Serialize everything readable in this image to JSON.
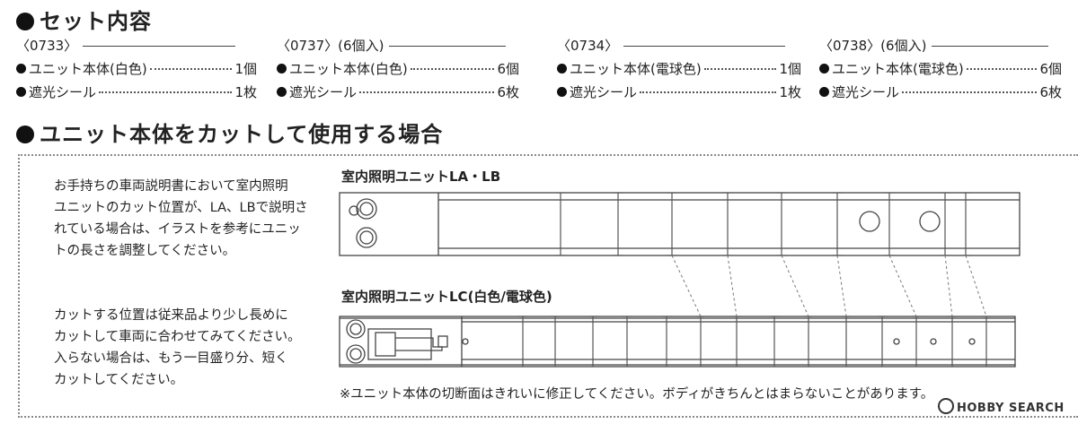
{
  "section1": {
    "title": "セット内容"
  },
  "sets": [
    {
      "code": "〈0733〉",
      "items": [
        {
          "name": "ユニット本体(白色)",
          "qty": "1個"
        },
        {
          "name": "遮光シール",
          "qty": "1枚"
        }
      ]
    },
    {
      "code": "〈0737〉(6個入)",
      "items": [
        {
          "name": "ユニット本体(白色)",
          "qty": "6個"
        },
        {
          "name": "遮光シール",
          "qty": "6枚"
        }
      ]
    },
    {
      "code": "〈0734〉",
      "items": [
        {
          "name": "ユニット本体(電球色)",
          "qty": "1個"
        },
        {
          "name": "遮光シール",
          "qty": "1枚"
        }
      ]
    },
    {
      "code": "〈0738〉(6個入)",
      "items": [
        {
          "name": "ユニット本体(電球色)",
          "qty": "6個"
        },
        {
          "name": "遮光シール",
          "qty": "6枚"
        }
      ]
    }
  ],
  "section2": {
    "title": "ユニット本体をカットして使用する場合"
  },
  "para1": [
    "お手持ちの車両説明書において室内照明",
    "ユニットのカット位置が、LA、LBで説明さ",
    "れている場合は、イラストを参考にユニッ",
    "トの長さを調整してください。"
  ],
  "para2": [
    "カットする位置は従来品より少し長めに",
    "カットして車両に合わせてみてください。",
    "入らない場合は、もう一目盛り分、短く",
    "カットしてください。"
  ],
  "diagram": {
    "label_top": "室内照明ユニットLA・LB",
    "label_bottom": "室内照明ユニットLC(白色/電球色)"
  },
  "note": "※ユニット本体の切断面はきれいに修正してください。ボディがきちんとはまらないことがあります。",
  "watermark": {
    "brand": "HOBBY SEARCH"
  }
}
